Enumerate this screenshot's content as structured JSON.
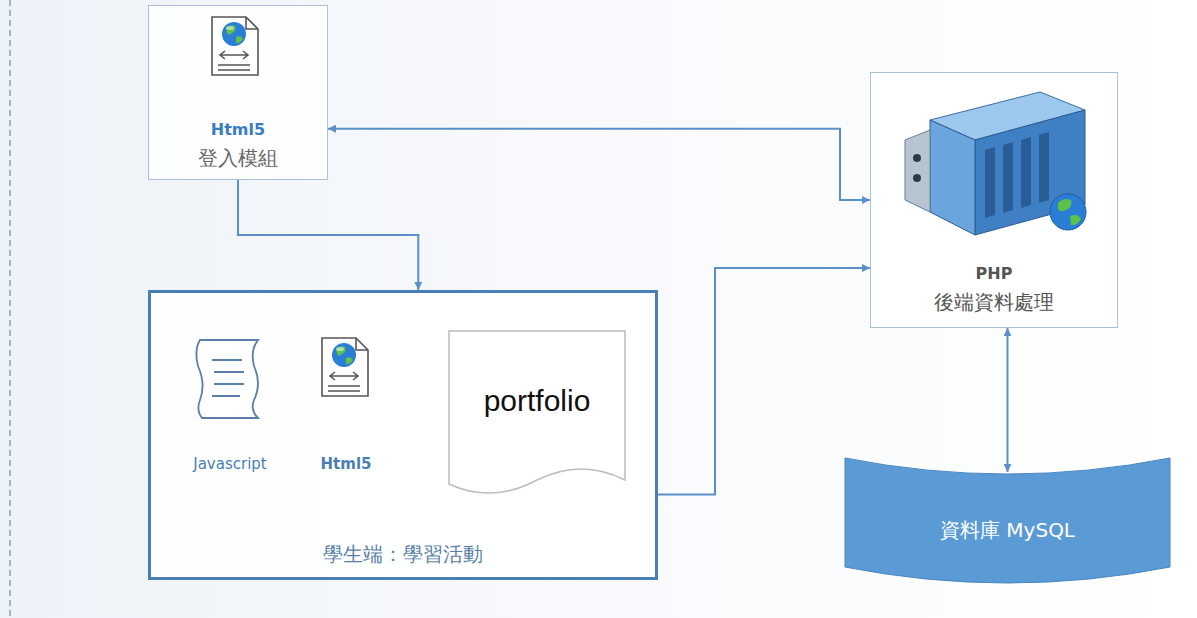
{
  "diagram": {
    "nodes": [
      {
        "text": [
          "Html5",
          "登入模組"
        ]
      },
      {
        "text": [
          "PHP",
          "後端資料處理"
        ]
      },
      {
        "text": [
          "學生端：學習活動"
        ]
      },
      {
        "text": [
          "Javascript"
        ],
        "in": 2
      },
      {
        "text": [
          "Html5"
        ],
        "in": 2
      },
      {
        "text": [
          "portfolio"
        ],
        "in": 2
      },
      {
        "text": [
          "資料庫 MySQL"
        ]
      }
    ],
    "edges": [
      {
        "from": 0,
        "to": 1,
        "arrow": "both"
      },
      {
        "from": 0,
        "to": 2,
        "arrow": "to"
      },
      {
        "from": 2,
        "to": 1,
        "arrow": "to"
      },
      {
        "from": 1,
        "to": 6,
        "arrow": "both"
      }
    ]
  }
}
